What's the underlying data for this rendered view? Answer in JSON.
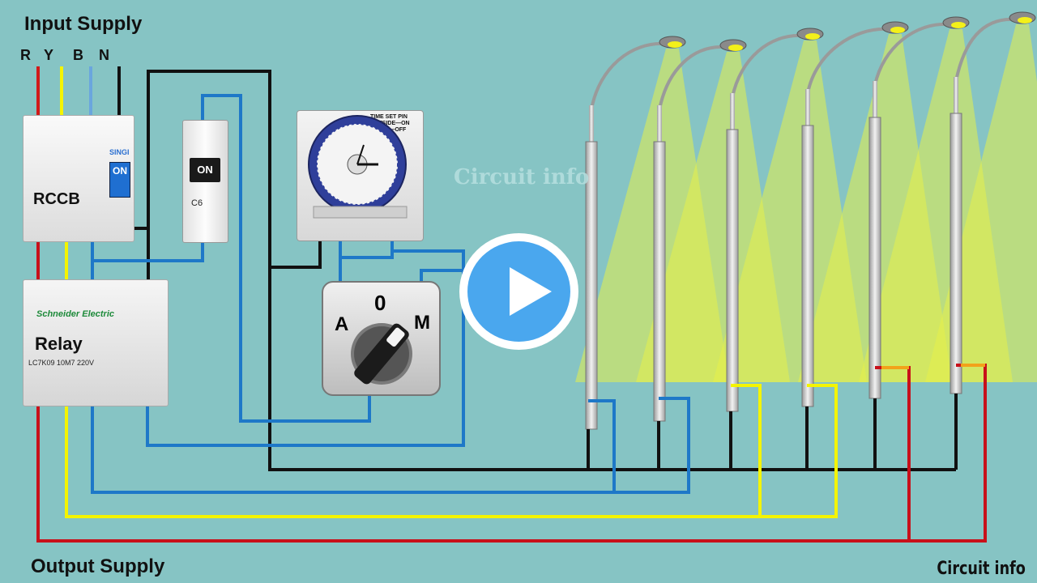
{
  "labels": {
    "input_supply": "Input Supply",
    "output_supply": "Output Supply",
    "watermark_bottom": "Circuit info",
    "watermark_center": "Circuit info"
  },
  "phases": [
    "R",
    "Y",
    "B",
    "N"
  ],
  "rccb": {
    "label": "RCCB",
    "brand": "SINGI",
    "switch_text": "ON"
  },
  "mcb": {
    "switch_text": "ON",
    "rating": "C6"
  },
  "timer": {
    "header": "TIME SET PIN OUTSIDE—ON INSIDE—OFF"
  },
  "relay": {
    "label": "Relay",
    "brand": "Schneider Electric",
    "model": "LC7K09 10M7 220V"
  },
  "selector": {
    "pos_off": "0",
    "pos_auto": "A",
    "pos_manual": "M"
  },
  "colors": {
    "background": "#86c4c4",
    "wire_red": "#d11a1a",
    "wire_yellow": "#f4f400",
    "wire_blue": "#1e78c8",
    "wire_black": "#111111",
    "terminal_purple": "#7b3fb2",
    "light_beam": "#e6f04a",
    "play_button": "#4aa7ee"
  },
  "icons": {
    "play": "play-button-icon",
    "street_light": "street-light-icon",
    "clock": "timer-clock-icon",
    "knob": "rotary-knob-icon"
  },
  "street_lights": {
    "count": 6
  }
}
